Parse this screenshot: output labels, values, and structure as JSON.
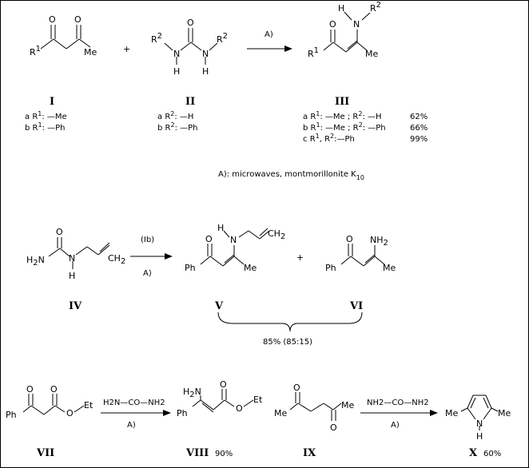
{
  "scheme1": {
    "reactant1": {
      "o1": "O",
      "o2": "O",
      "r1": "R",
      "r1_sup": "1",
      "me": "Me",
      "id": "I",
      "opts": [
        {
          "letter": "a",
          "text": "R",
          "sup": "1",
          "rest": ": —Me"
        },
        {
          "letter": "b",
          "text": "R",
          "sup": "1",
          "rest": ": —Ph"
        }
      ]
    },
    "plus": "+",
    "reactant2": {
      "o": "O",
      "r2a": "R",
      "r2a_sup": "2",
      "r2b": "R",
      "r2b_sup": "2",
      "n1": "N",
      "n2": "N",
      "h1": "H",
      "h2": "H",
      "id": "II",
      "opts": [
        {
          "letter": "a",
          "text": "R",
          "sup": "2",
          "rest": ": —H"
        },
        {
          "letter": "b",
          "text": "R",
          "sup": "2",
          "rest": ": —Ph"
        }
      ]
    },
    "arrow_label": "A)",
    "product": {
      "h": "H",
      "n": "N",
      "r2": "R",
      "r2_sup": "2",
      "o": "O",
      "r1": "R",
      "r1_sup": "1",
      "me": "Me",
      "id": "III",
      "opts": [
        {
          "letter": "a",
          "p1": "R",
          "s1": "1",
          "m1": ": —Me ; R",
          "s2": "2",
          "m2": ": —H",
          "yield": "62%"
        },
        {
          "letter": "b",
          "p1": "R",
          "s1": "1",
          "m1": ": —Me ; R",
          "s2": "2",
          "m2": ": —Ph",
          "yield": "66%"
        },
        {
          "letter": "c",
          "p1": "R",
          "s1": "1",
          "m1": ", R",
          "s2": "2",
          "m2": ":—Ph",
          "yield": "99%"
        }
      ]
    },
    "conditions": "A):  microwaves, montmorillonite K",
    "conditions_sub": "10"
  },
  "scheme2": {
    "reactant": {
      "h2n": "H",
      "h2n_sub": "2",
      "h2n_n": "N",
      "o": "O",
      "n": "N",
      "h": "H",
      "ch2": "CH",
      "ch2_sub": "2",
      "id": "IV"
    },
    "arrow_top": "(Ib)",
    "arrow_bottom": "A)",
    "product_v": {
      "h": "H",
      "n": "N",
      "ch2": "CH",
      "ch2_sub": "2",
      "o": "O",
      "ph": "Ph",
      "me": "Me",
      "id": "V"
    },
    "plus": "+",
    "product_vi": {
      "nh2": "NH",
      "nh2_sub": "2",
      "o": "O",
      "ph": "Ph",
      "me": "Me",
      "id": "VI"
    },
    "yield": "85% (85:15)"
  },
  "scheme3": {
    "reactant": {
      "o1": "O",
      "o2": "O",
      "ph": "Ph",
      "o_ester": "O",
      "et": "Et",
      "id": "VII"
    },
    "arrow1_label": "H2N—CO—NH2",
    "arrow1_cond": "A)",
    "product1": {
      "h2n": "H",
      "h2n_sub": "2",
      "n": "N",
      "o": "O",
      "ph": "Ph",
      "o_ester": "O",
      "et": "Et",
      "id": "VIII",
      "yield": "90%"
    },
    "reactant2": {
      "o1": "O",
      "o2": "O",
      "me1": "Me",
      "me2": "Me",
      "id": "IX"
    },
    "arrow2_label": "NH2—CO—NH2",
    "arrow2_cond": "A)",
    "product2": {
      "me1": "Me",
      "me2": "Me",
      "n": "N",
      "h": "H",
      "id": "X",
      "yield": "60%"
    }
  }
}
